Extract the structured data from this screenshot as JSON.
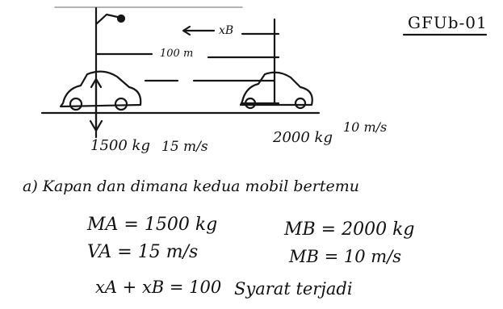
{
  "header": {
    "code": "GFUb-01"
  },
  "diagram": {
    "xb_label": "xB",
    "distance_label": "100 m",
    "car_a": {
      "mass": "1500 kg",
      "speed": "15 m/s"
    },
    "car_b": {
      "mass": "2000 kg",
      "speed": "10 m/s"
    }
  },
  "question": {
    "text": "a) Kapan dan dimana kedua mobil bertemu"
  },
  "knowns": {
    "ma": "MA = 1500 kg",
    "va": "VA = 15 m/s",
    "mb": "MB = 2000 kg",
    "vb": "MB = 10 m/s"
  },
  "condition": {
    "equation": "xA + xB = 100",
    "label": "Syarat terjadi"
  }
}
